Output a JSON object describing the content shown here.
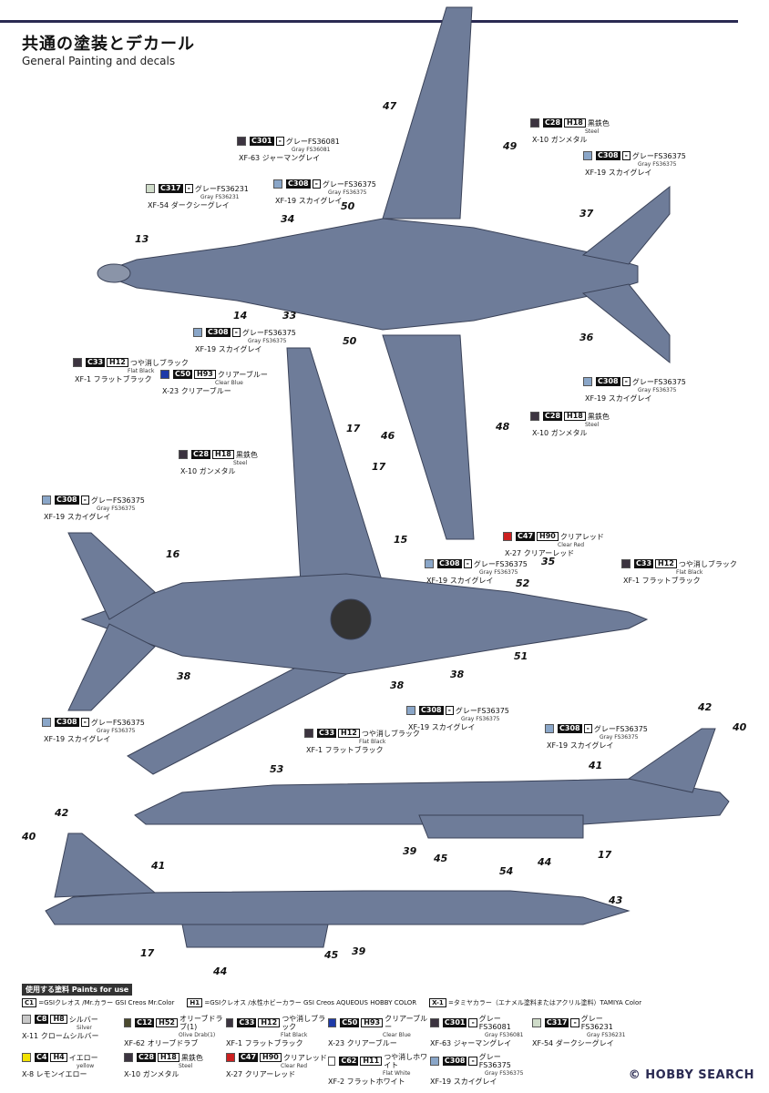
{
  "page": {
    "title": "共通の塗装とデカール",
    "subtitle": "General Painting and decals",
    "watermark": "HOBBY SEARCH",
    "watermark_mark": "©"
  },
  "colors": {
    "aircraft": "#6e7c99",
    "aircraft_dark": "#56637e",
    "accent": "#2a2a52"
  },
  "callouts": [
    {
      "id": "c301",
      "swatch": "#3c3440",
      "code": "C301",
      "h": "-",
      "ja": "グレーFS36081",
      "en": "Gray FS36081",
      "sub": "XF-63 ジャーマングレイ"
    },
    {
      "id": "c308a",
      "swatch": "#8aa6c8",
      "code": "C308",
      "h": "-",
      "ja": "グレーFS36375",
      "en": "Gray FS36375",
      "sub": "XF-19 スカイグレイ"
    },
    {
      "id": "c317",
      "swatch": "#cfdcc9",
      "code": "C317",
      "h": "-",
      "ja": "グレーFS36231",
      "en": "Gray FS36231",
      "sub": "XF-54 ダークシーグレイ"
    },
    {
      "id": "c28a",
      "swatch": "#3c3440",
      "code": "C28",
      "h": "H18",
      "ja": "黒鉄色",
      "en": "Steel",
      "sub": "X-10 ガンメタル"
    },
    {
      "id": "c308b",
      "swatch": "#8aa6c8",
      "code": "C308",
      "h": "-",
      "ja": "グレーFS36375",
      "en": "Gray FS36375",
      "sub": "XF-19 スカイグレイ"
    },
    {
      "id": "c308c",
      "swatch": "#8aa6c8",
      "code": "C308",
      "h": "-",
      "ja": "グレーFS36375",
      "en": "Gray FS36375",
      "sub": "XF-19 スカイグレイ"
    },
    {
      "id": "c33a",
      "swatch": "#3c3440",
      "code": "C33",
      "h": "H12",
      "ja": "つや消しブラック",
      "en": "Flat Black",
      "sub": "XF-1 フラットブラック"
    },
    {
      "id": "c50",
      "swatch": "#1e3aa8",
      "code": "C50",
      "h": "H93",
      "ja": "クリアーブルー",
      "en": "Clear Blue",
      "sub": "X-23 クリアーブルー"
    },
    {
      "id": "c308d",
      "swatch": "#8aa6c8",
      "code": "C308",
      "h": "-",
      "ja": "グレーFS36375",
      "en": "Gray FS36375",
      "sub": "XF-19 スカイグレイ"
    },
    {
      "id": "c28b",
      "swatch": "#3c3440",
      "code": "C28",
      "h": "H18",
      "ja": "黒鉄色",
      "en": "Steel",
      "sub": "X-10 ガンメタル"
    },
    {
      "id": "c28c",
      "swatch": "#3c3440",
      "code": "C28",
      "h": "H18",
      "ja": "黒鉄色",
      "en": "Steel",
      "sub": "X-10 ガンメタル"
    },
    {
      "id": "c308e",
      "swatch": "#8aa6c8",
      "code": "C308",
      "h": "-",
      "ja": "グレーFS36375",
      "en": "Gray FS36375",
      "sub": "XF-19 スカイグレイ"
    },
    {
      "id": "c47",
      "swatch": "#cc2020",
      "code": "C47",
      "h": "H90",
      "ja": "クリアレッド",
      "en": "Clear Red",
      "sub": "X-27 クリアーレッド"
    },
    {
      "id": "c308f",
      "swatch": "#8aa6c8",
      "code": "C308",
      "h": "-",
      "ja": "グレーFS36375",
      "en": "Gray FS36375",
      "sub": "XF-19 スカイグレイ"
    },
    {
      "id": "c33b",
      "swatch": "#3c3440",
      "code": "C33",
      "h": "H12",
      "ja": "つや消しブラック",
      "en": "Flat Black",
      "sub": "XF-1 フラットブラック"
    },
    {
      "id": "c308g",
      "swatch": "#8aa6c8",
      "code": "C308",
      "h": "-",
      "ja": "グレーFS36375",
      "en": "Gray FS36375",
      "sub": "XF-19 スカイグレイ"
    },
    {
      "id": "c308h",
      "swatch": "#8aa6c8",
      "code": "C308",
      "h": "-",
      "ja": "グレーFS36375",
      "en": "Gray FS36375",
      "sub": "XF-19 スカイグレイ"
    },
    {
      "id": "c33c",
      "swatch": "#3c3440",
      "code": "C33",
      "h": "H12",
      "ja": "つや消しブラック",
      "en": "Flat Black",
      "sub": "XF-1 フラットブラック"
    },
    {
      "id": "c308i",
      "swatch": "#8aa6c8",
      "code": "C308",
      "h": "-",
      "ja": "グレーFS36375",
      "en": "Gray FS36375",
      "sub": "XF-19 スカイグレイ"
    }
  ],
  "part_numbers": [
    "47",
    "49",
    "50",
    "34",
    "33",
    "14",
    "13",
    "37",
    "36",
    "50",
    "17",
    "46",
    "48",
    "17",
    "15",
    "16",
    "35",
    "52",
    "51",
    "38",
    "38",
    "38",
    "42",
    "40",
    "41",
    "53",
    "39",
    "45",
    "44",
    "17",
    "42",
    "40",
    "41",
    "54",
    "43",
    "17",
    "44",
    "45",
    "39"
  ],
  "legend": {
    "heading": "使用する塗料 Paints for use",
    "brands": [
      {
        "key": "C1",
        "text": "=GSIクレオス /Mr.カラー GSI Creos Mr.Color"
      },
      {
        "key": "H1",
        "text": "=GSIクレオス /水性ホビーカラー GSI Creos AQUEOUS HOBBY COLOR"
      },
      {
        "key": "X-1",
        "text": "=タミヤカラー（エナメル塗料またはアクリル塗料）TAMIYA Color"
      }
    ],
    "items": [
      {
        "swatch": "#c8c8c8",
        "code": "C8",
        "h": "H8",
        "ja": "シルバー",
        "en": "Silver",
        "sub": "X-11 クロームシルバー"
      },
      {
        "swatch": "#4b4a2e",
        "code": "C12",
        "h": "H52",
        "ja": "オリーブドラブ(1)",
        "en": "Olive Drab(1)",
        "sub": "XF-62 オリーブドラブ"
      },
      {
        "swatch": "#3c3440",
        "code": "C33",
        "h": "H12",
        "ja": "つや消しブラック",
        "en": "Flat Black",
        "sub": "XF-1 フラットブラック"
      },
      {
        "swatch": "#1e3aa8",
        "code": "C50",
        "h": "H93",
        "ja": "クリアーブルー",
        "en": "Clear Blue",
        "sub": "X-23 クリアーブルー"
      },
      {
        "swatch": "#3c3440",
        "code": "C301",
        "h": "-",
        "ja": "グレーFS36081",
        "en": "Gray FS36081",
        "sub": "XF-63 ジャーマングレイ"
      },
      {
        "swatch": "#cfdcc9",
        "code": "C317",
        "h": "-",
        "ja": "グレーFS36231",
        "en": "Gray FS36231",
        "sub": "XF-54 ダークシーグレイ"
      },
      {
        "swatch": "",
        "code": "",
        "h": "",
        "ja": "",
        "en": "",
        "sub": ""
      },
      {
        "swatch": "#f2e200",
        "code": "C4",
        "h": "H4",
        "ja": "イエロー",
        "en": "yellow",
        "sub": "X-8 レモンイエロー"
      },
      {
        "swatch": "#3c3440",
        "code": "C28",
        "h": "H18",
        "ja": "黒鉄色",
        "en": "Steel",
        "sub": "X-10 ガンメタル"
      },
      {
        "swatch": "#cc2020",
        "code": "C47",
        "h": "H90",
        "ja": "クリアレッド",
        "en": "Clear Red",
        "sub": "X-27 クリアーレッド"
      },
      {
        "swatch": "#ffffff",
        "code": "C62",
        "h": "H11",
        "ja": "つや消しホワイト",
        "en": "Flat White",
        "sub": "XF-2 フラットホワイト"
      },
      {
        "swatch": "#8aa6c8",
        "code": "C308",
        "h": "-",
        "ja": "グレーFS36375",
        "en": "Gray FS36375",
        "sub": "XF-19 スカイグレイ"
      }
    ]
  }
}
